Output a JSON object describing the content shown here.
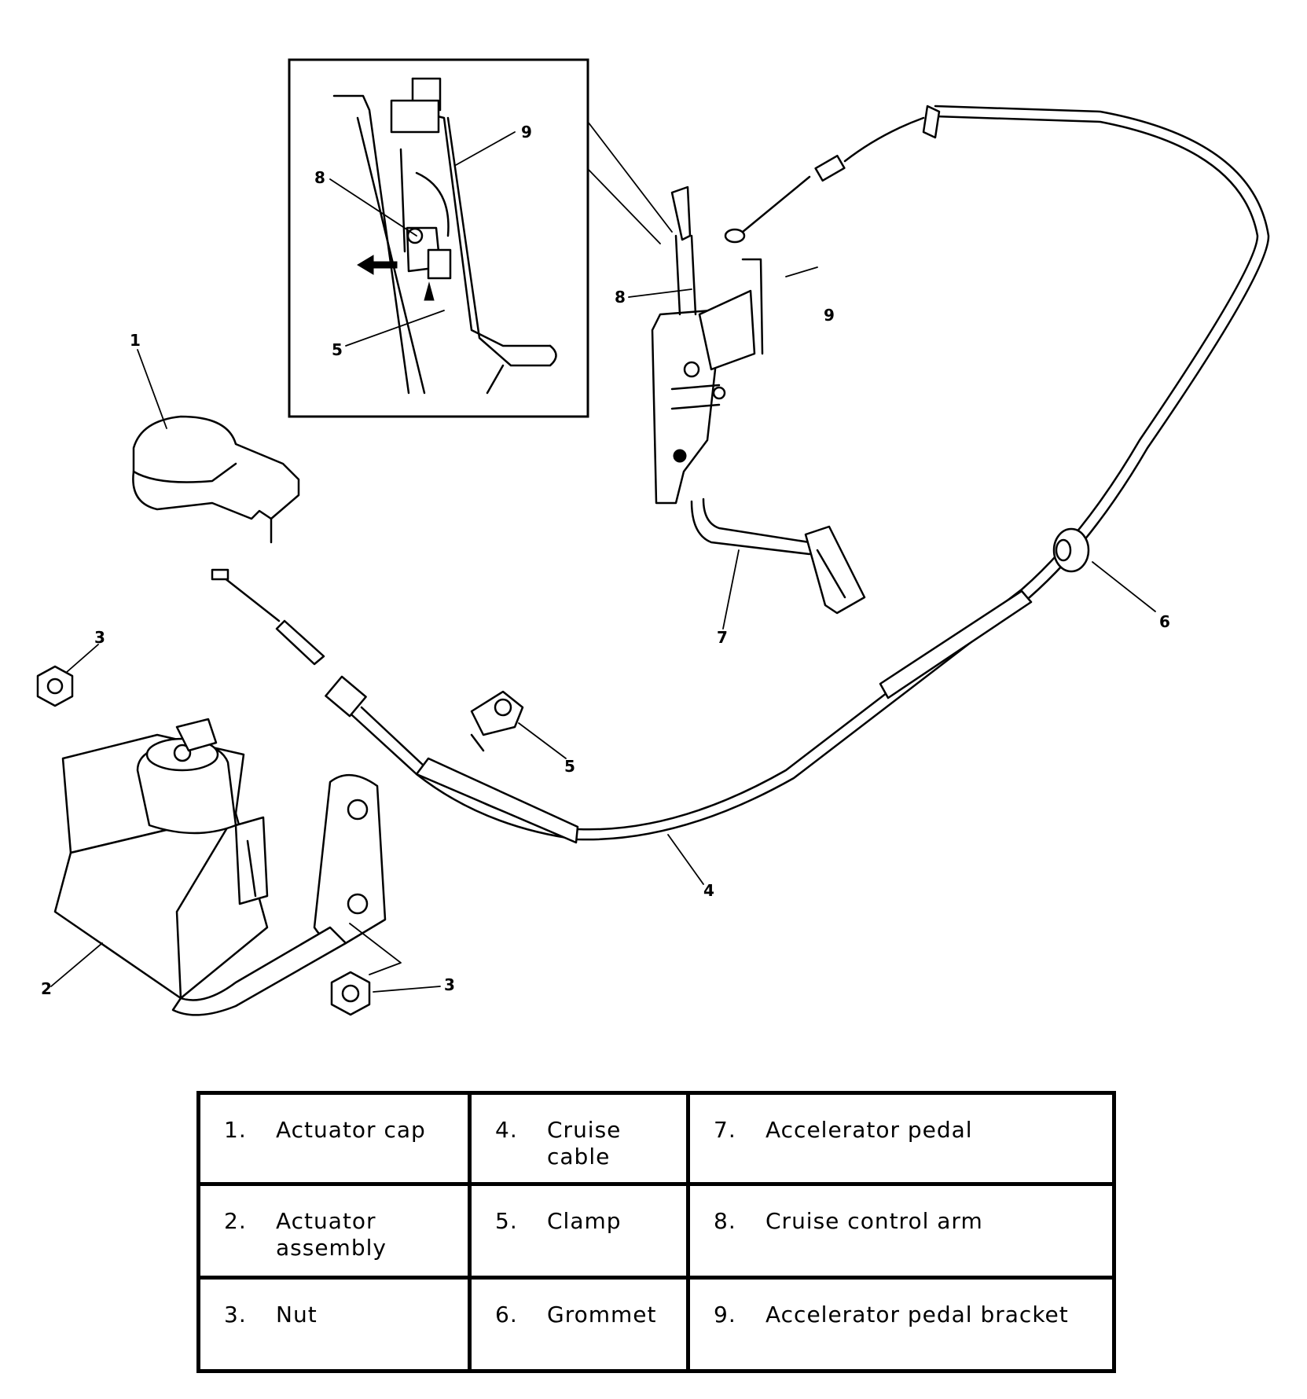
{
  "callouts": {
    "n1": "1",
    "n2": "2",
    "n3a": "3",
    "n3b": "3",
    "n4": "4",
    "n5a": "5",
    "n5b": "5",
    "n6": "6",
    "n8a": "8",
    "n8b": "8",
    "n9a": "9",
    "n9b": "9",
    "n7": "7"
  },
  "legend": {
    "rows": [
      [
        {
          "num": "1.",
          "label": "Actuator cap"
        },
        {
          "num": "4.",
          "label": "Cruise cable"
        },
        {
          "num": "7.",
          "label": "Accelerator pedal"
        }
      ],
      [
        {
          "num": "2.",
          "label": "Actuator assembly"
        },
        {
          "num": "5.",
          "label": "Clamp"
        },
        {
          "num": "8.",
          "label": "Cruise control arm"
        }
      ],
      [
        {
          "num": "3.",
          "label": "Nut"
        },
        {
          "num": "6.",
          "label": "Grommet"
        },
        {
          "num": "9.",
          "label": "Accelerator pedal bracket"
        }
      ]
    ]
  }
}
